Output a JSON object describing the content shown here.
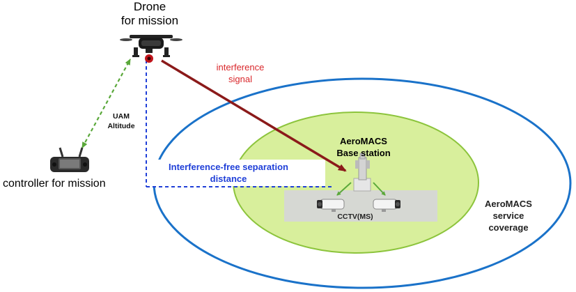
{
  "labels": {
    "drone_title_line1": "Drone",
    "drone_title_line2": "for mission",
    "interference_line1": "interference",
    "interference_line2": "signal",
    "uam_line1": "UAM",
    "uam_line2": "Altitude",
    "controller": "controller for mission",
    "separation_line1": "Interference-free separation",
    "separation_line2": "distance",
    "base_station_line1": "AeroMACS",
    "base_station_line2": "Base station",
    "cctv": "CCTV(MS)",
    "coverage_line1": "AeroMACS",
    "coverage_line2": "service",
    "coverage_line3": "coverage"
  },
  "colors": {
    "coverage_outline": "#1a72c9",
    "inner_fill": "#d8ef9c",
    "inner_outline": "#8cc43c",
    "interference_arrow": "#8b1a1a",
    "interference_text": "#d9262a",
    "separation_line": "#1f3fd8",
    "link_arrow": "#5aa83a",
    "cctv_band": "#d6d6d6"
  }
}
